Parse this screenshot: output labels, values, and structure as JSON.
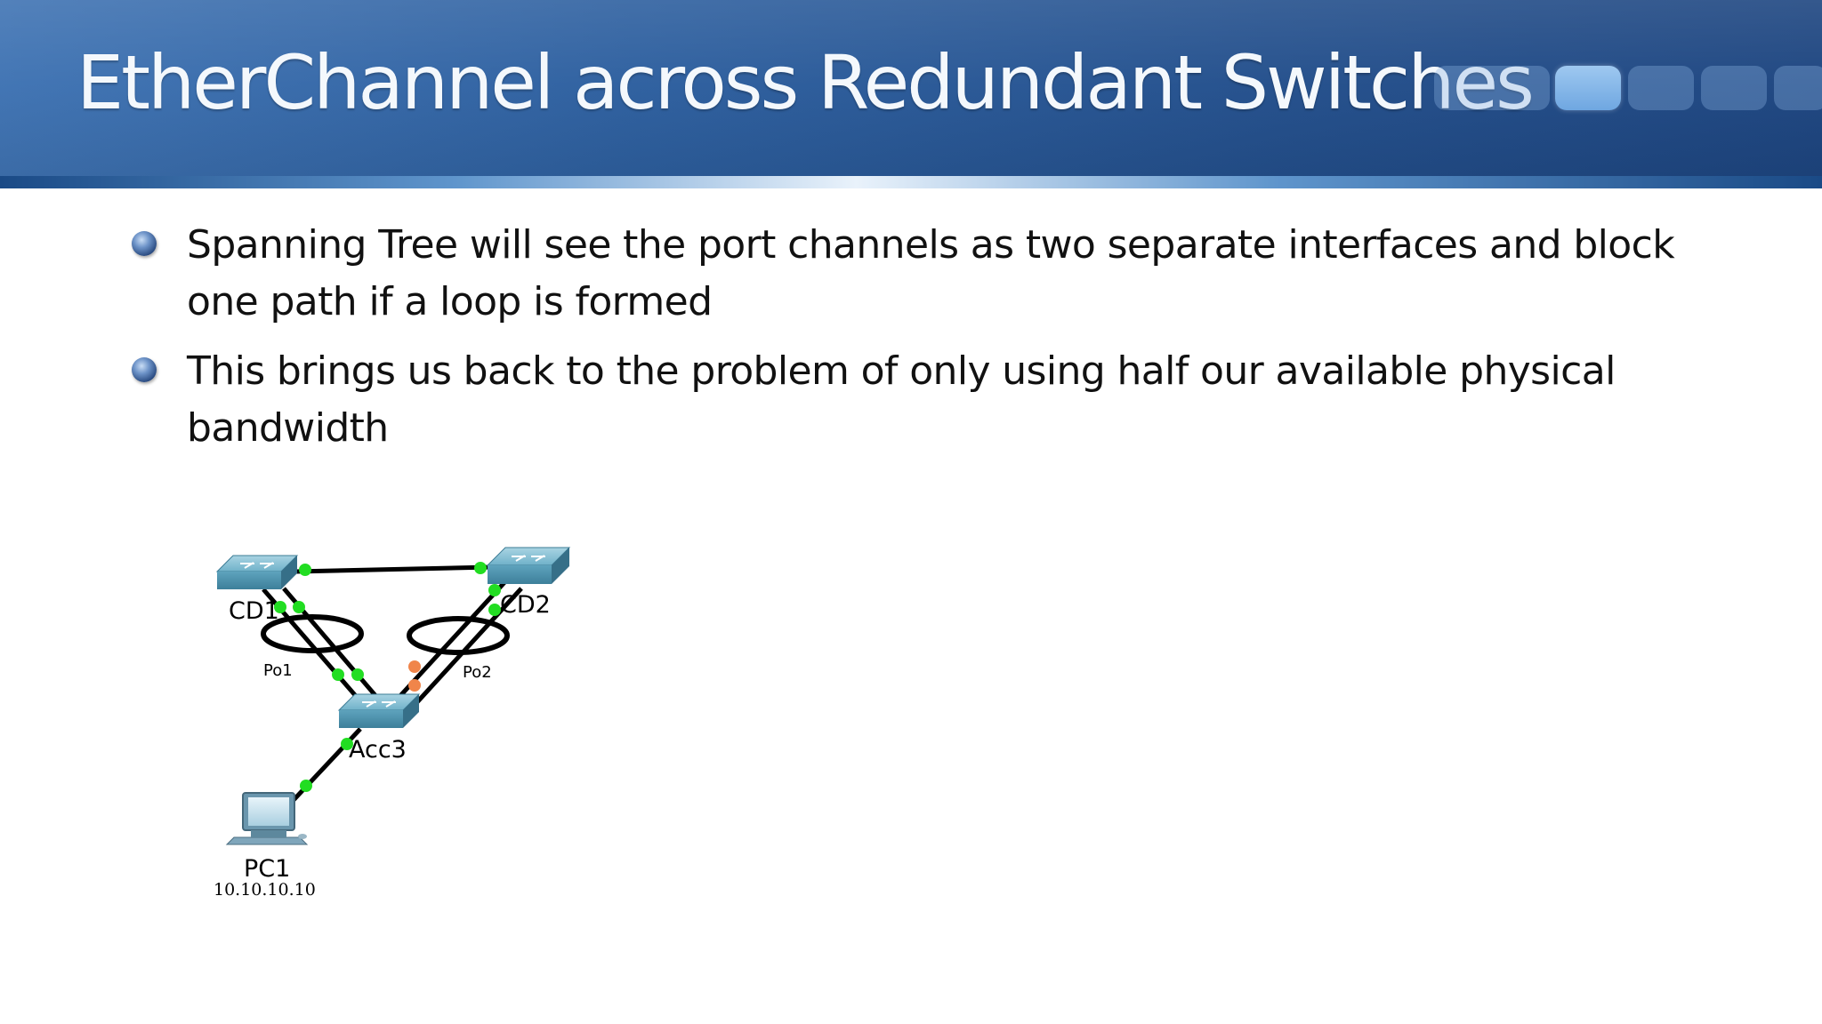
{
  "slide": {
    "title": "EtherChannel across Redundant Switches",
    "bullets": [
      "Spanning Tree will see the port channels as two separate interfaces and block one path if a loop is formed",
      "This brings us back to the problem of only using half our available physical bandwidth"
    ]
  },
  "diagram": {
    "nodes": {
      "cd1": "CD1",
      "cd2": "CD2",
      "acc3": "Acc3",
      "pc1": "PC1",
      "pc1_ip": "10.10.10.10"
    },
    "port_channels": {
      "po1": "Po1",
      "po2": "Po2"
    },
    "colors": {
      "port_up": "#22dd22",
      "port_blocked": "#f0854a",
      "switch": "#4f98b4",
      "link": "#000000"
    }
  }
}
